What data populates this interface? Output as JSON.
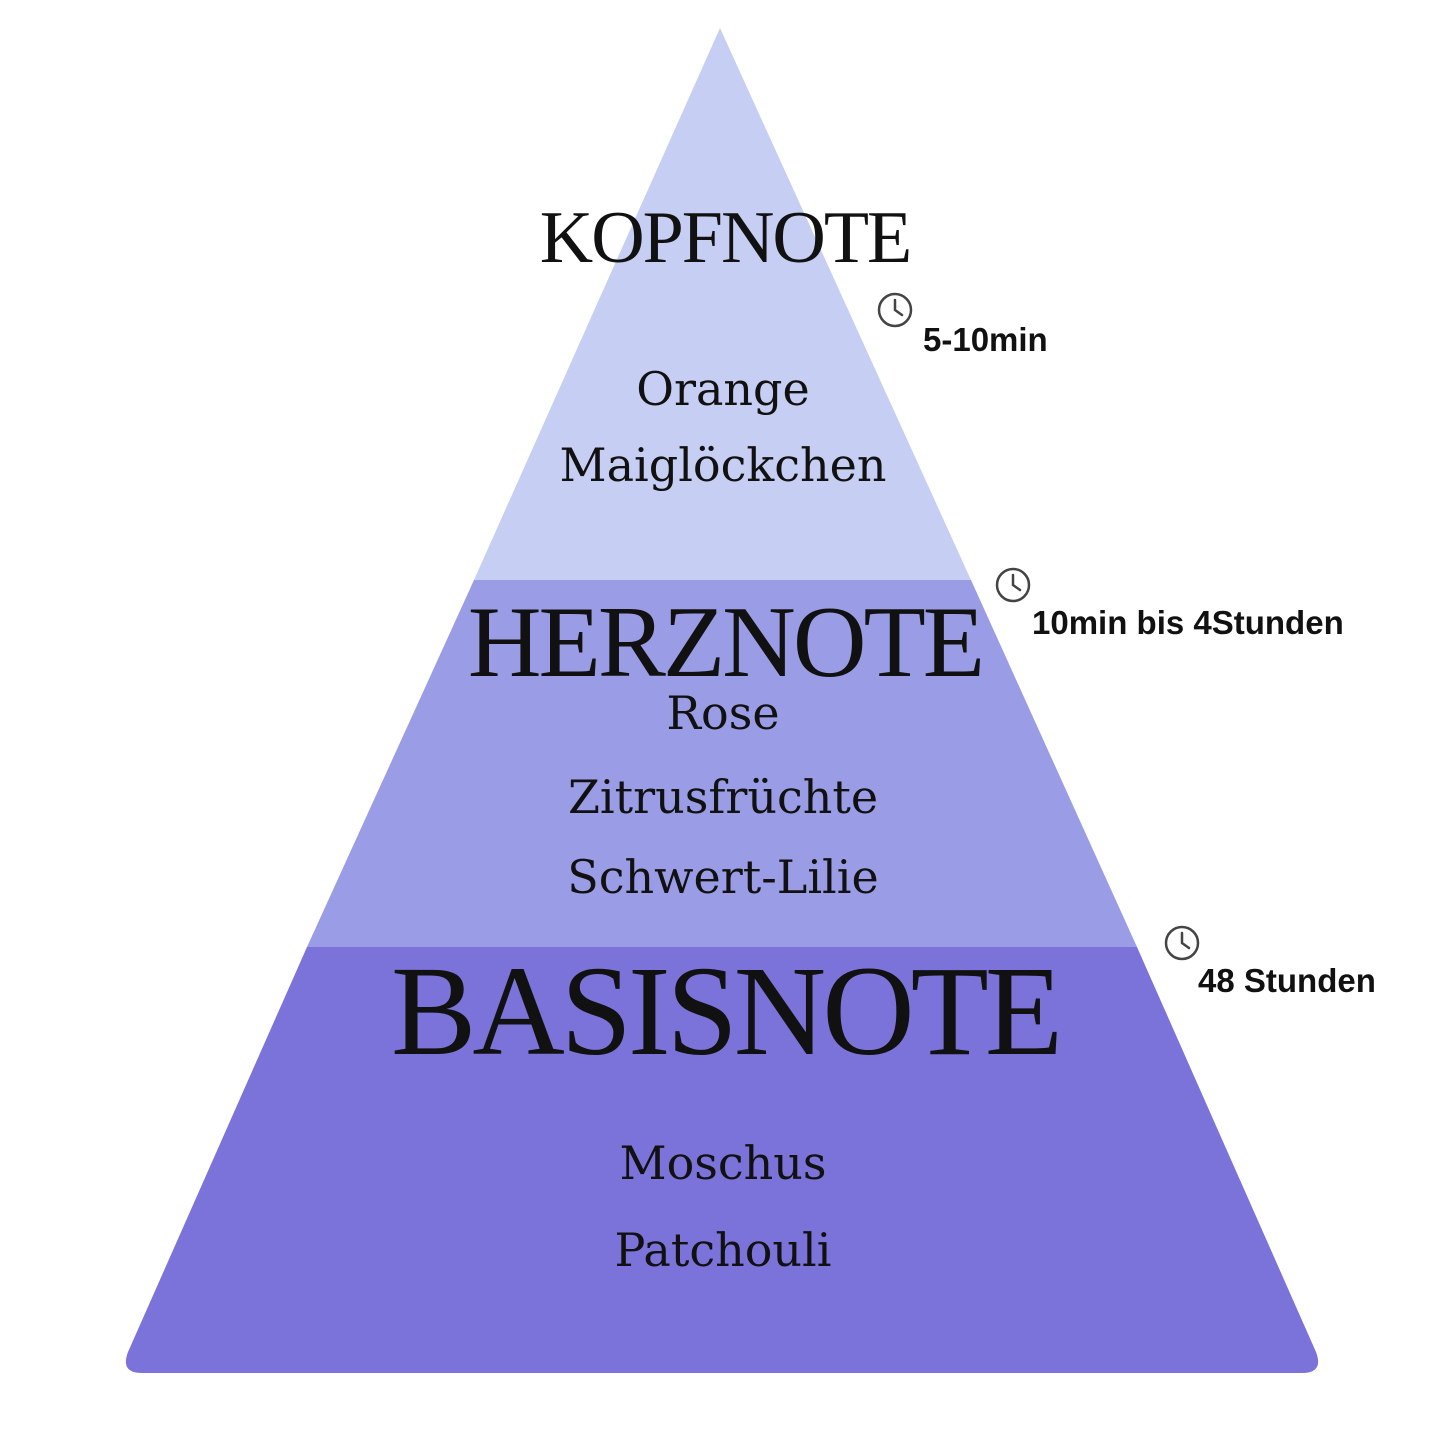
{
  "colors": {
    "top_tier": "#c7cef3",
    "middle_tier": "#9a9de5",
    "base_tier": "#7b73d9",
    "text": "#111111",
    "icon": "#444444"
  },
  "tiers": [
    {
      "title": "KOPFNOTE",
      "notes": [
        "Orange",
        "Maiglöckchen"
      ],
      "duration": "5-10min",
      "icon": "clock-icon"
    },
    {
      "title": "HERZNOTE",
      "notes": [
        "Rose",
        "Zitrusfrüchte",
        "Schwert-Lilie"
      ],
      "duration": "10min bis 4Stunden",
      "icon": "clock-icon"
    },
    {
      "title": "BASISNOTE",
      "notes": [
        "Moschus",
        "Patchouli"
      ],
      "duration": "48 Stunden",
      "icon": "clock-icon"
    }
  ]
}
